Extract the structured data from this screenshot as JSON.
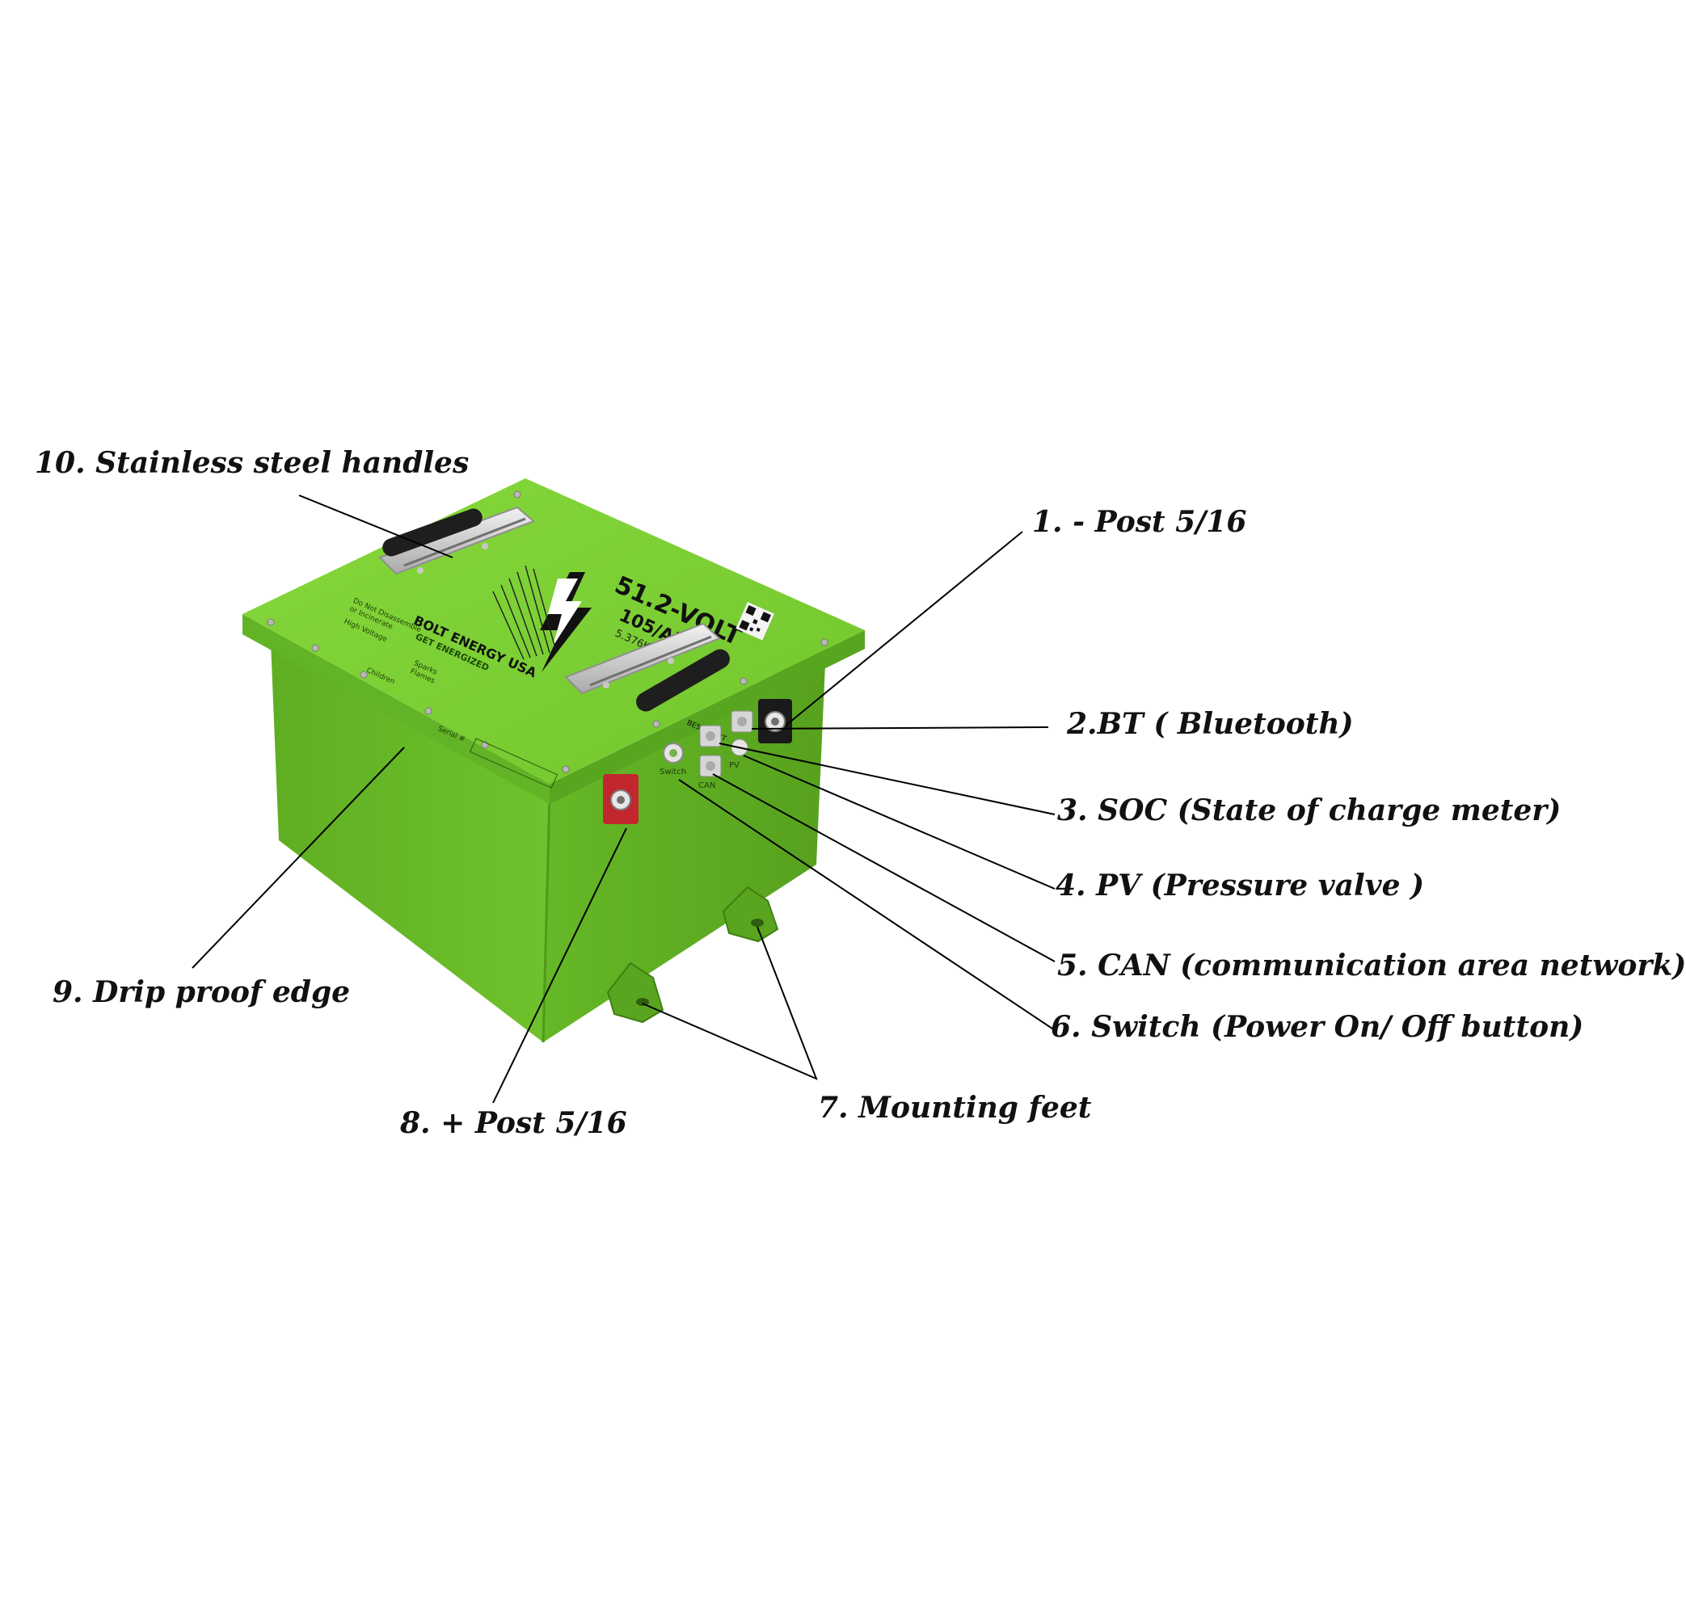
{
  "colors": {
    "battery_body": "#6cbd2a",
    "battery_lid": "#7fd235",
    "leader_line": "#000000",
    "label_text": "#111111"
  },
  "battery": {
    "voltage": "51.2-VOLT",
    "capacity": "105/AH",
    "energy": "5.376KWh",
    "brand": "BOLT ENERGY USA",
    "tagline": "GET ENERGIZED",
    "warning_1": "Do Not Disassemble",
    "warning_1b": "or Incinerate",
    "warning_2": "High Voltage",
    "warning_3": "Sparks",
    "warning_3b": "Flames",
    "warning_4": "Children",
    "serial_label": "Serial #",
    "switch_label": "Switch",
    "can_label": "CAN",
    "pv_label": "PV",
    "qr_code_text": "BE51105BT"
  },
  "callouts": [
    {
      "id": "neg-post",
      "text": "1. - Post  5/16"
    },
    {
      "id": "bluetooth",
      "text": "2.BT ( Bluetooth)"
    },
    {
      "id": "soc",
      "text": "3. SOC (State of charge meter)"
    },
    {
      "id": "pressure-valve",
      "text": "4. PV (Pressure valve )"
    },
    {
      "id": "can",
      "text": "5. CAN (communication area network)"
    },
    {
      "id": "switch",
      "text": "6. Switch (Power On/ Off  button)"
    },
    {
      "id": "mounting-feet",
      "text": "7. Mounting feet"
    },
    {
      "id": "pos-post",
      "text": "8. + Post 5/16"
    },
    {
      "id": "drip-edge",
      "text": "9. Drip proof edge"
    },
    {
      "id": "handles",
      "text": "10. Stainless steel handles"
    }
  ]
}
